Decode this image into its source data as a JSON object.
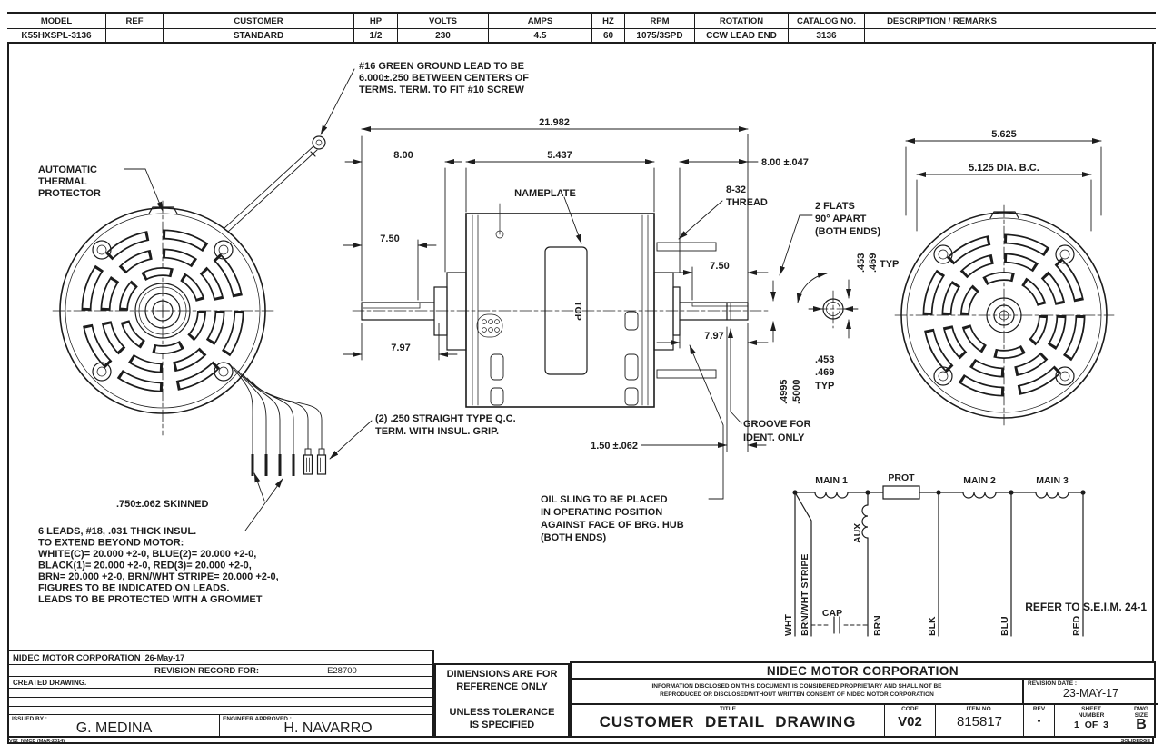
{
  "header_cols": [
    {
      "label": "MODEL",
      "value": "K55HXSPL-3136"
    },
    {
      "label": "REF",
      "value": ""
    },
    {
      "label": "CUSTOMER",
      "value": "STANDARD"
    },
    {
      "label": "HP",
      "value": "1/2"
    },
    {
      "label": "VOLTS",
      "value": "230"
    },
    {
      "label": "AMPS",
      "value": "4.5"
    },
    {
      "label": "HZ",
      "value": "60"
    },
    {
      "label": "RPM",
      "value": "1075/3SPD"
    },
    {
      "label": "ROTATION",
      "value": "CCW LEAD END"
    },
    {
      "label": "CATALOG NO.",
      "value": "3136"
    },
    {
      "label": "DESCRIPTION / REMARKS",
      "value": ""
    },
    {
      "label": "",
      "value": ""
    }
  ],
  "notes": {
    "ground": [
      "#16 GREEN GROUND LEAD TO BE",
      "6.000±.250 BETWEEN CENTERS OF",
      "TERMS. TERM. TO FIT #10 SCREW"
    ],
    "thermal": [
      "AUTOMATIC",
      "THERMAL",
      "PROTECTOR"
    ],
    "nameplate": "NAMEPLATE",
    "thread": [
      "8-32",
      "THREAD"
    ],
    "flats": [
      "2 FLATS",
      "90° APART",
      "(BOTH ENDS)"
    ],
    "qc": [
      "(2) .250 STRAIGHT TYPE Q.C.",
      "TERM. WITH INSUL. GRIP."
    ],
    "skinned": ".750±.062 SKINNED",
    "oil": [
      "OIL SLING TO BE PLACED",
      "IN OPERATING POSITION",
      "AGAINST FACE OF BRG. HUB",
      "(BOTH ENDS)"
    ],
    "groove": [
      "GROOVE FOR",
      "IDENT. ONLY"
    ],
    "leads": [
      "6 LEADS, #18, .031 THICK INSUL.",
      "TO EXTEND BEYOND MOTOR:",
      "WHITE(C)= 20.000 +2-0, BLUE(2)= 20.000 +2-0,",
      "BLACK(1)= 20.000 +2-0, RED(3)= 20.000 +2-0,",
      "BRN= 20.000 +2-0, BRN/WHT STRIPE= 20.000 +2-0,",
      "FIGURES TO BE INDICATED ON LEADS.",
      "LEADS TO BE PROTECTED WITH A GROMMET"
    ],
    "top_mark": "TOP",
    "refer": "REFER TO S.E.I.M. 24-1"
  },
  "dims": {
    "overall": "21.982",
    "shaft_left": "8.00",
    "body": "5.437",
    "shaft_right": "8.00 ±.047",
    "flat_left": "7.50",
    "ext_left": "7.97",
    "flat_right": "7.50",
    "ext_right": "7.97",
    "dia_a": ".4995",
    "dia_b": ".5000",
    "flat_a": ".453",
    "flat_b": ".469",
    "typ": "TYP",
    "groove_pos": "1.50 ±.062",
    "end_dia": "5.625",
    "bolt_circle": "5.125  DIA. B.C."
  },
  "schematic": {
    "main1": "MAIN 1",
    "prot": "PROT",
    "main2": "MAIN 2",
    "main3": "MAIN 3",
    "aux": "AUX",
    "cap": "CAP",
    "wht": "WHT",
    "brnwht": "BRN/WHT STRIPE",
    "brn": "BRN",
    "blk": "BLK",
    "blu": "BLU",
    "red": "RED"
  },
  "title_block": {
    "company_line": "NIDEC MOTOR CORPORATION",
    "company_date": "26-May-17",
    "revision_record_label": "REVISION RECORD FOR:",
    "revision_record_value": "E28700",
    "created": "CREATED DRAWING.",
    "issued_label": "ISSUED BY :",
    "issued_value": "G. MEDINA",
    "approved_label": "ENGINEER APPROVED :",
    "approved_value": "H. NAVARRO",
    "dim_note_1": "DIMENSIONS ARE FOR",
    "dim_note_2": "REFERENCE ONLY",
    "dim_note_3": "UNLESS TOLERANCE",
    "dim_note_4": "IS SPECIFIED",
    "company": "NIDEC MOTOR CORPORATION",
    "disclaimer_1": "INFORMATION DISCLOSED ON THIS DOCUMENT IS CONSIDERED PROPRIETARY AND SHALL NOT BE",
    "disclaimer_2": "REPRODUCED OR DISCLOSEDWITHOUT WRITTEN CONSENT OF NIDEC MOTOR CORPORATION",
    "revision_date_label": "REVISION DATE :",
    "revision_date": "23-MAY-17",
    "title_label": "TITLE",
    "title": "CUSTOMER  DETAIL  DRAWING",
    "code_label": "CODE",
    "code": "V02",
    "item_label": "ITEM NO.",
    "item": "815817",
    "rev_label": "REV",
    "rev": "-",
    "sheet_label_1": "SHEET",
    "sheet_label_2": "NUMBER",
    "sheet": "1  OF  3",
    "size_label_1": "DWG",
    "size_label_2": "SIZE",
    "size": "B",
    "form_code": "V02_NMCD (MAR-2014)",
    "cad": "SOLIDEDGE"
  }
}
